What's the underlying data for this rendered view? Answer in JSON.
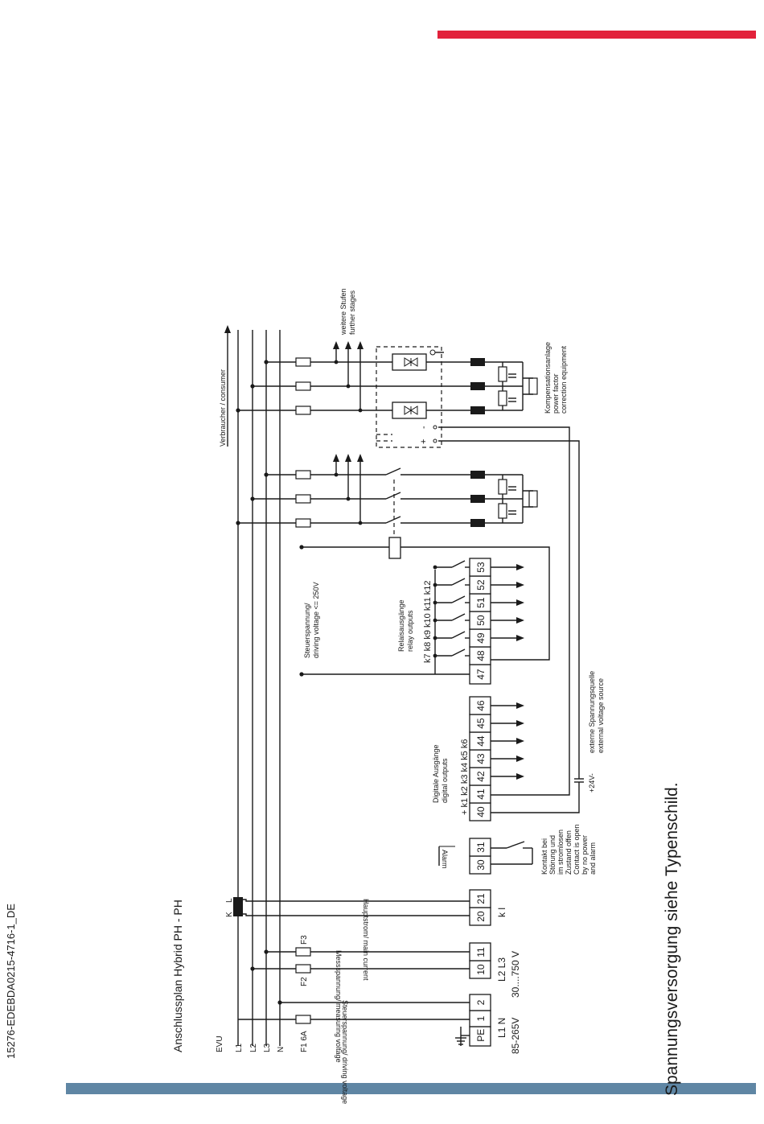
{
  "colors": {
    "accent_red": "#e2223b",
    "footer_blue": "#5f86a4"
  },
  "doc_id": "15276-EDEBDA0215-4716-1_DE",
  "title": "Anschlussplan Hybrid PH - PH",
  "footnote": "Spannungsversorgung siehe Typenschild.",
  "supply": {
    "label": "EVU",
    "lines": [
      "L1",
      "L2",
      "L3",
      "N"
    ]
  },
  "fuses": {
    "f1": "F1  6A",
    "f2": "F2",
    "f3": "F3"
  },
  "ct": {
    "k": "K",
    "l": "L"
  },
  "terminals": [
    "PE",
    "1",
    "2",
    "10",
    "11",
    "20",
    "21",
    "30",
    "31",
    "40",
    "41",
    "42",
    "43",
    "44",
    "45",
    "46",
    "47",
    "48",
    "49",
    "50",
    "51",
    "52",
    "53"
  ],
  "wire_labels": {
    "driving": "Steuerspannung/ driving voltage",
    "measuring": "Messspannung/ measuring voltage",
    "main_current": "Hauptstrom/ main current",
    "alarm": "Alarm"
  },
  "terminal_captions": {
    "power": "L1   N",
    "power_range": "85-265V",
    "meas": "L2  L3",
    "meas_range": "30....750 V",
    "ct": "k     l",
    "digital_title_de": "Digitale Ausgänge",
    "digital_title_en": "digital outputs",
    "digital_outputs": "+   k1   k2   k3   k4   k5   k6",
    "relay_title_de": "Relaisausgänge",
    "relay_title_en": "relay outputs",
    "relay_outputs": "k7   k8   k9  k10  k11  k12",
    "control_de": "Steuerspannung/",
    "control_en": "driving voltage <= 250V",
    "ext_de": "externe Spannungsquelle",
    "ext_en": "external voltage source",
    "plus24": "+24V-",
    "contact_note": [
      "Kontakt bei",
      "Störung und",
      "im stromlosen",
      "Zustand offen",
      "Contact is open",
      "by no power",
      "and alarm"
    ]
  },
  "consumer": "Verbraucher / consumer",
  "further": {
    "de": "weitere Stufen",
    "en": "further stages"
  },
  "compensation": [
    "Kompensationsanlage",
    "power factor",
    "correction equipment"
  ]
}
